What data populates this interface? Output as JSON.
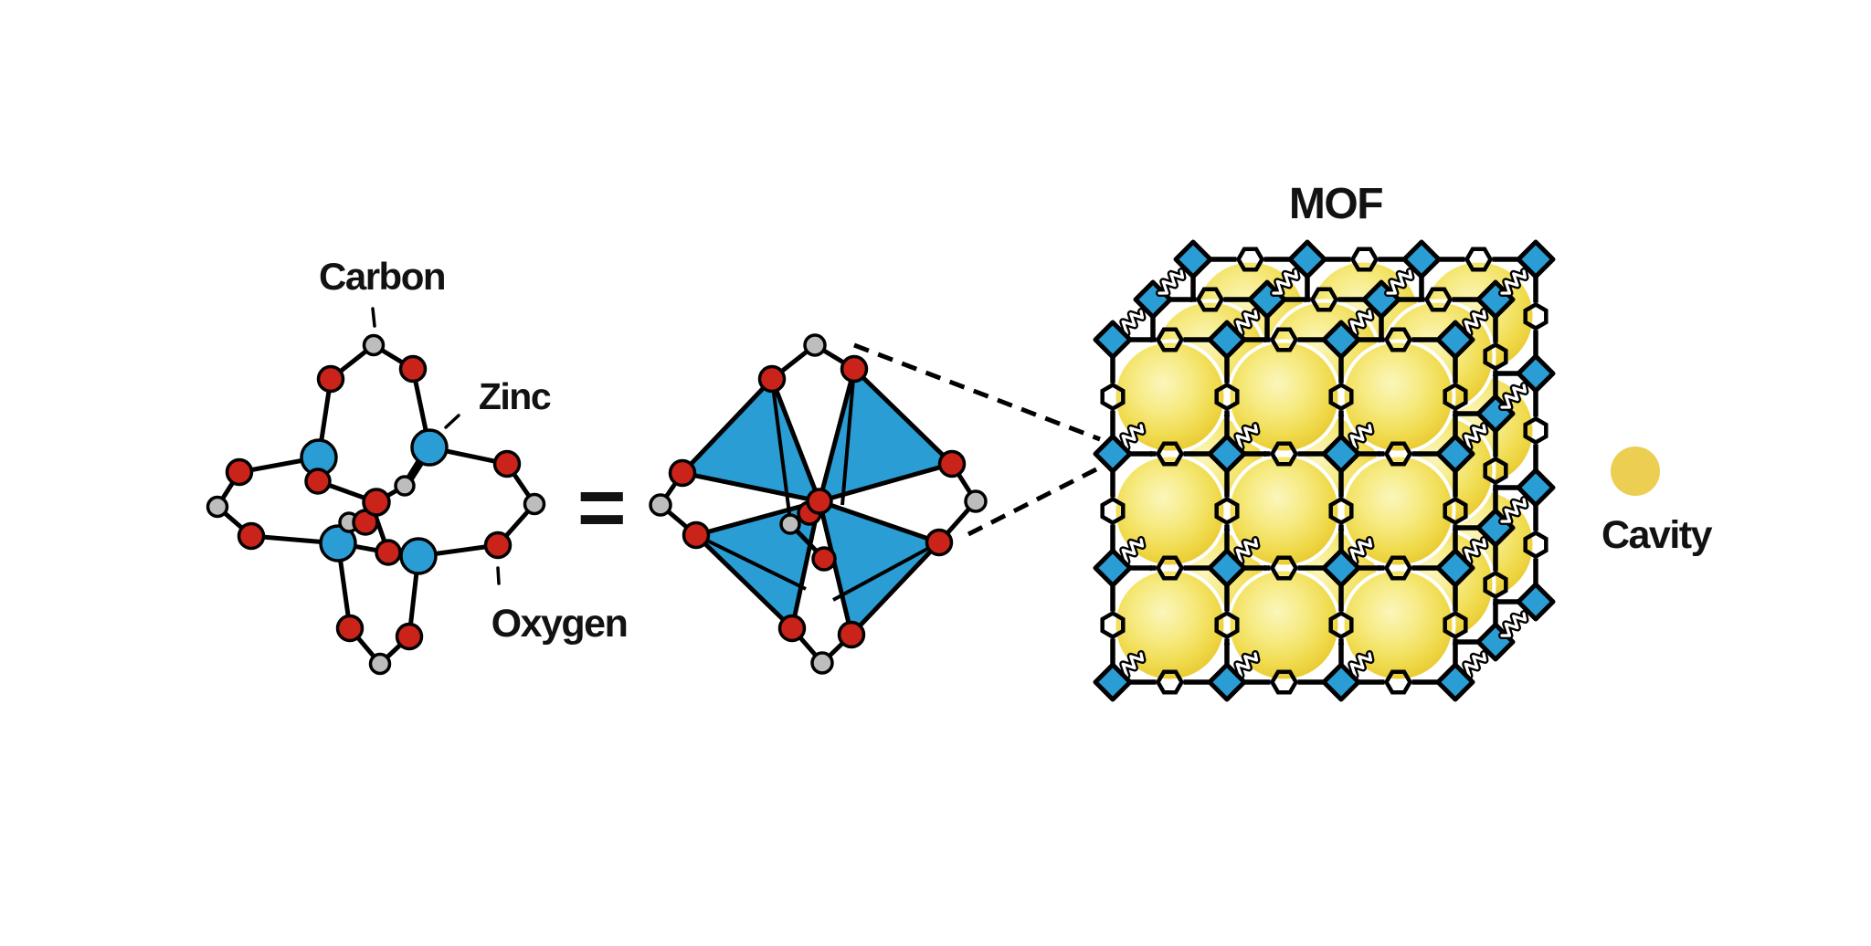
{
  "scene": {
    "molecule": {
      "labels": {
        "carbon": "Carbon",
        "zinc": "Zinc",
        "oxygen": "Oxygen"
      }
    },
    "equals_sign": "=",
    "mof": {
      "title": "MOF"
    },
    "legend": {
      "cavity_label": "Cavity"
    },
    "colors": {
      "zinc_blue": "#2A9DD4",
      "oxygen_red": "#C9231A",
      "carbon_gray": "#BDBDBD",
      "cavity_gold": "#EBCE52",
      "ink": "#000000",
      "background": "#FFFFFF",
      "sphere_center": "#FBF6BC",
      "sphere_edge": "#E9C92F"
    },
    "lattice": {
      "cols": 4,
      "rows": 4,
      "layers": 3,
      "front_cavity_count": 9
    }
  }
}
